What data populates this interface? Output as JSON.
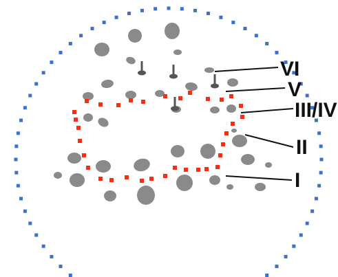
{
  "colors": {
    "outer_ring": "#3b6fd0",
    "inner_ring": "#ff2a12",
    "cell": "#8a8a8a",
    "cell_dark": "#555555",
    "leader": "#111111",
    "text": "#111111"
  },
  "labels": {
    "vi": "VI",
    "v": "V",
    "iii_iv": "III/IV",
    "ii": "II",
    "i": "I"
  }
}
